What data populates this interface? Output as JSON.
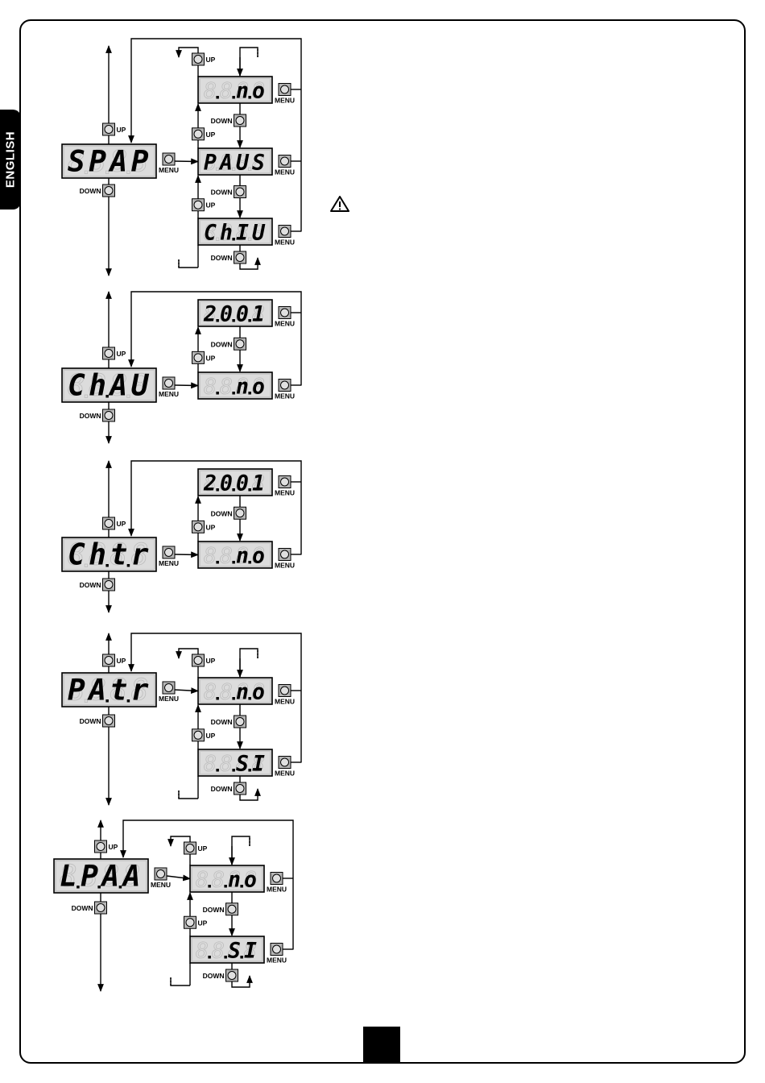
{
  "side_tab": {
    "label": "ENGLISH"
  },
  "labels": {
    "up": "UP",
    "down": "DOWN",
    "menu": "MENU"
  },
  "warning_icon": "warning-triangle-icon",
  "diagrams": [
    {
      "id": "spap",
      "main_display": {
        "chars": [
          "S",
          "P",
          "A",
          "P"
        ],
        "dots": []
      },
      "options": [
        {
          "chars": [
            "",
            "",
            "n",
            "o"
          ],
          "dots": [
            0,
            1,
            2
          ]
        },
        {
          "chars": [
            "P",
            "A",
            "U",
            "S"
          ],
          "dots": []
        },
        {
          "chars": [
            "C",
            "h",
            "I",
            "U"
          ],
          "dots": [
            1
          ]
        }
      ]
    },
    {
      "id": "chau",
      "main_display": {
        "chars": [
          "C",
          "h",
          "A",
          "U"
        ],
        "dots": [
          1
        ]
      },
      "options": [
        {
          "chars": [
            "2",
            "0",
            "0",
            "1"
          ],
          "dots": [
            0,
            1,
            2
          ]
        },
        {
          "chars": [
            "",
            "",
            "n",
            "o"
          ],
          "dots": [
            0,
            1,
            2
          ]
        }
      ]
    },
    {
      "id": "chtr",
      "main_display": {
        "chars": [
          "C",
          "h",
          "t",
          "r"
        ],
        "dots": [
          1,
          2
        ]
      },
      "options": [
        {
          "chars": [
            "2",
            "0",
            "0",
            "1"
          ],
          "dots": [
            0,
            1,
            2
          ]
        },
        {
          "chars": [
            "",
            "",
            "n",
            "o"
          ],
          "dots": [
            0,
            1,
            2
          ]
        }
      ]
    },
    {
      "id": "patr",
      "main_display": {
        "chars": [
          "P",
          "A",
          "t",
          "r"
        ],
        "dots": [
          1,
          2
        ]
      },
      "options": [
        {
          "chars": [
            "",
            "",
            "n",
            "o"
          ],
          "dots": [
            0,
            1,
            2
          ]
        },
        {
          "chars": [
            "",
            "",
            "S",
            "I"
          ],
          "dots": [
            0,
            1,
            2
          ]
        }
      ]
    },
    {
      "id": "lpaa",
      "main_display": {
        "chars": [
          "L",
          "P",
          "A",
          "A"
        ],
        "dots": [
          0,
          1,
          2
        ]
      },
      "options": [
        {
          "chars": [
            "",
            "",
            "n",
            "o"
          ],
          "dots": [
            0,
            1,
            2
          ]
        },
        {
          "chars": [
            "",
            "",
            "S",
            "I"
          ],
          "dots": [
            0,
            1,
            2
          ]
        }
      ]
    }
  ]
}
